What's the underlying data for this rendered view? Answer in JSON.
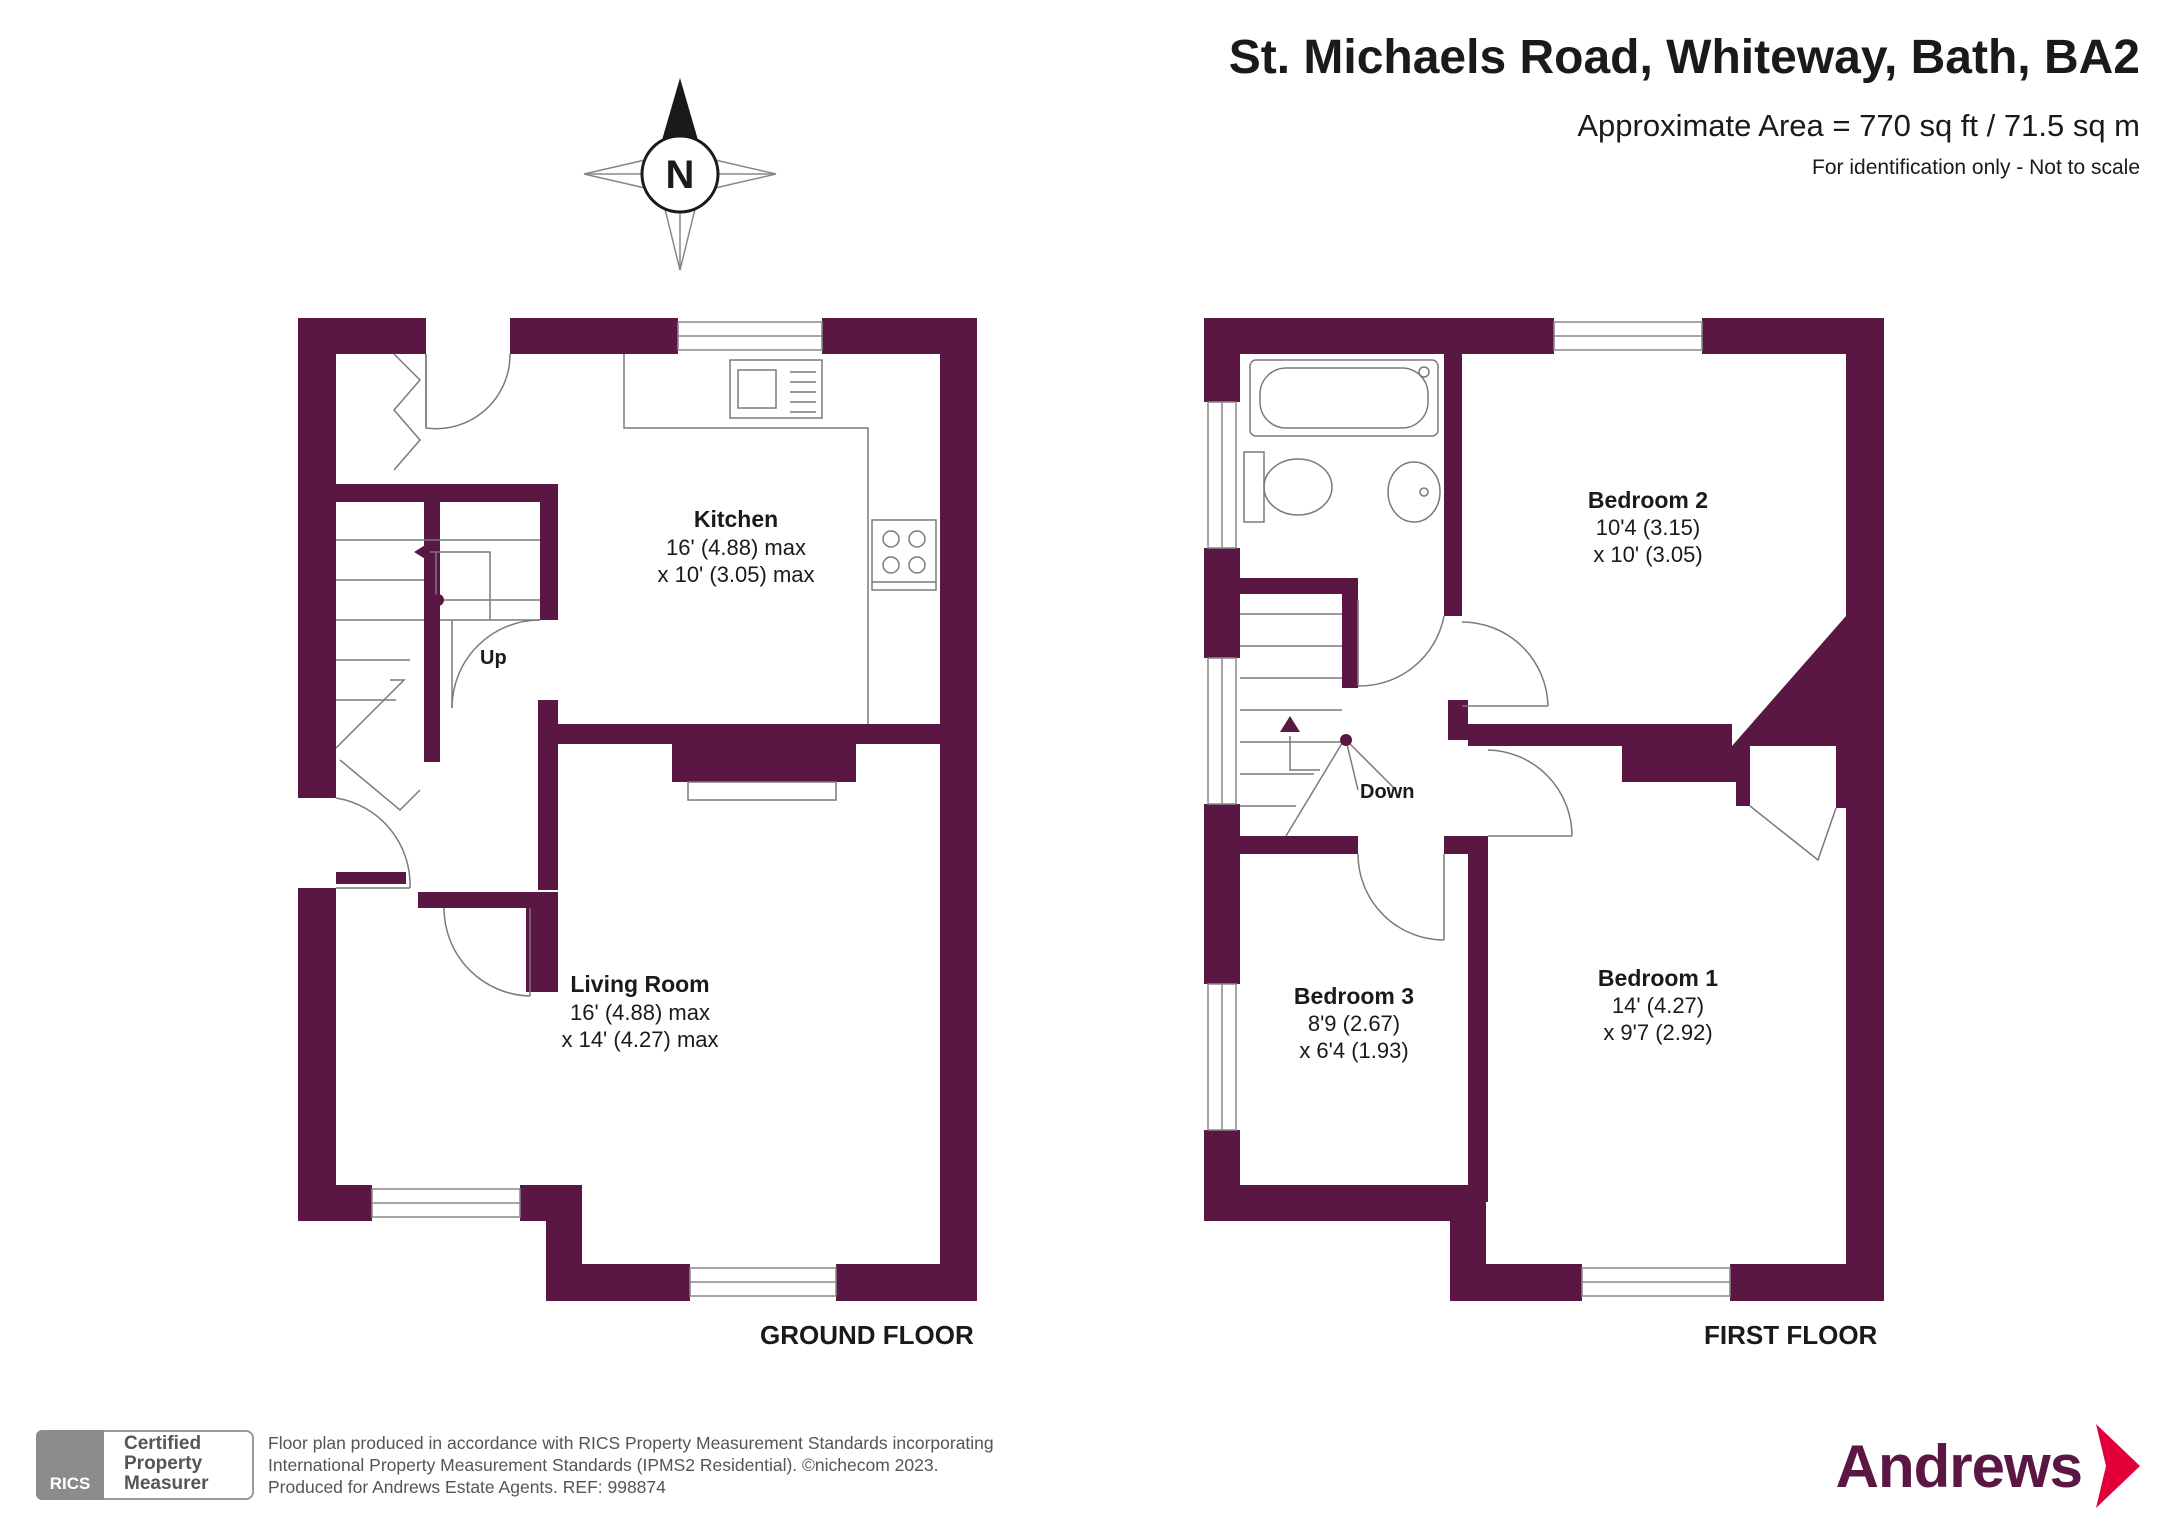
{
  "header": {
    "title": "St. Michaels Road, Whiteway, Bath, BA2",
    "area": "Approximate Area = 770 sq ft / 71.5 sq m",
    "note": "For identification only - Not to scale"
  },
  "compass": {
    "label": "N",
    "icon": "compass-rose-icon"
  },
  "ground_floor": {
    "label": "GROUND FLOOR",
    "rooms": [
      {
        "name": "Kitchen",
        "dim1": "16' (4.88) max",
        "dim2": "x 10' (3.05) max"
      },
      {
        "name": "Living Room",
        "dim1": "16' (4.88) max",
        "dim2": "x 14' (4.27) max"
      }
    ],
    "stairs_label": "Up"
  },
  "first_floor": {
    "label": "FIRST FLOOR",
    "rooms": [
      {
        "name": "Bedroom 2",
        "dim1": "10'4 (3.15)",
        "dim2": "x 10' (3.05)"
      },
      {
        "name": "Bedroom 3",
        "dim1": "8'9 (2.67)",
        "dim2": "x 6'4 (1.93)"
      },
      {
        "name": "Bedroom 1",
        "dim1": "14' (4.27)",
        "dim2": "x 9'7 (2.92)"
      }
    ],
    "stairs_label": "Down"
  },
  "footer": {
    "line1": "Floor plan produced in accordance with RICS Property Measurement Standards incorporating",
    "line2": "International Property Measurement Standards (IPMS2 Residential).  ©nichecom 2023.",
    "line3": "Produced for Andrews Estate Agents.  REF:  998874",
    "rics_logo": "RICS",
    "rics_line1": "Certified",
    "rics_line2": "Property",
    "rics_line3": "Measurer"
  },
  "brand": {
    "name": "Andrews",
    "icon": "chevron-right-icon"
  },
  "colors": {
    "wall": "#5b1744",
    "text": "#1a1a1a",
    "fixture": "#7a7a7a"
  }
}
